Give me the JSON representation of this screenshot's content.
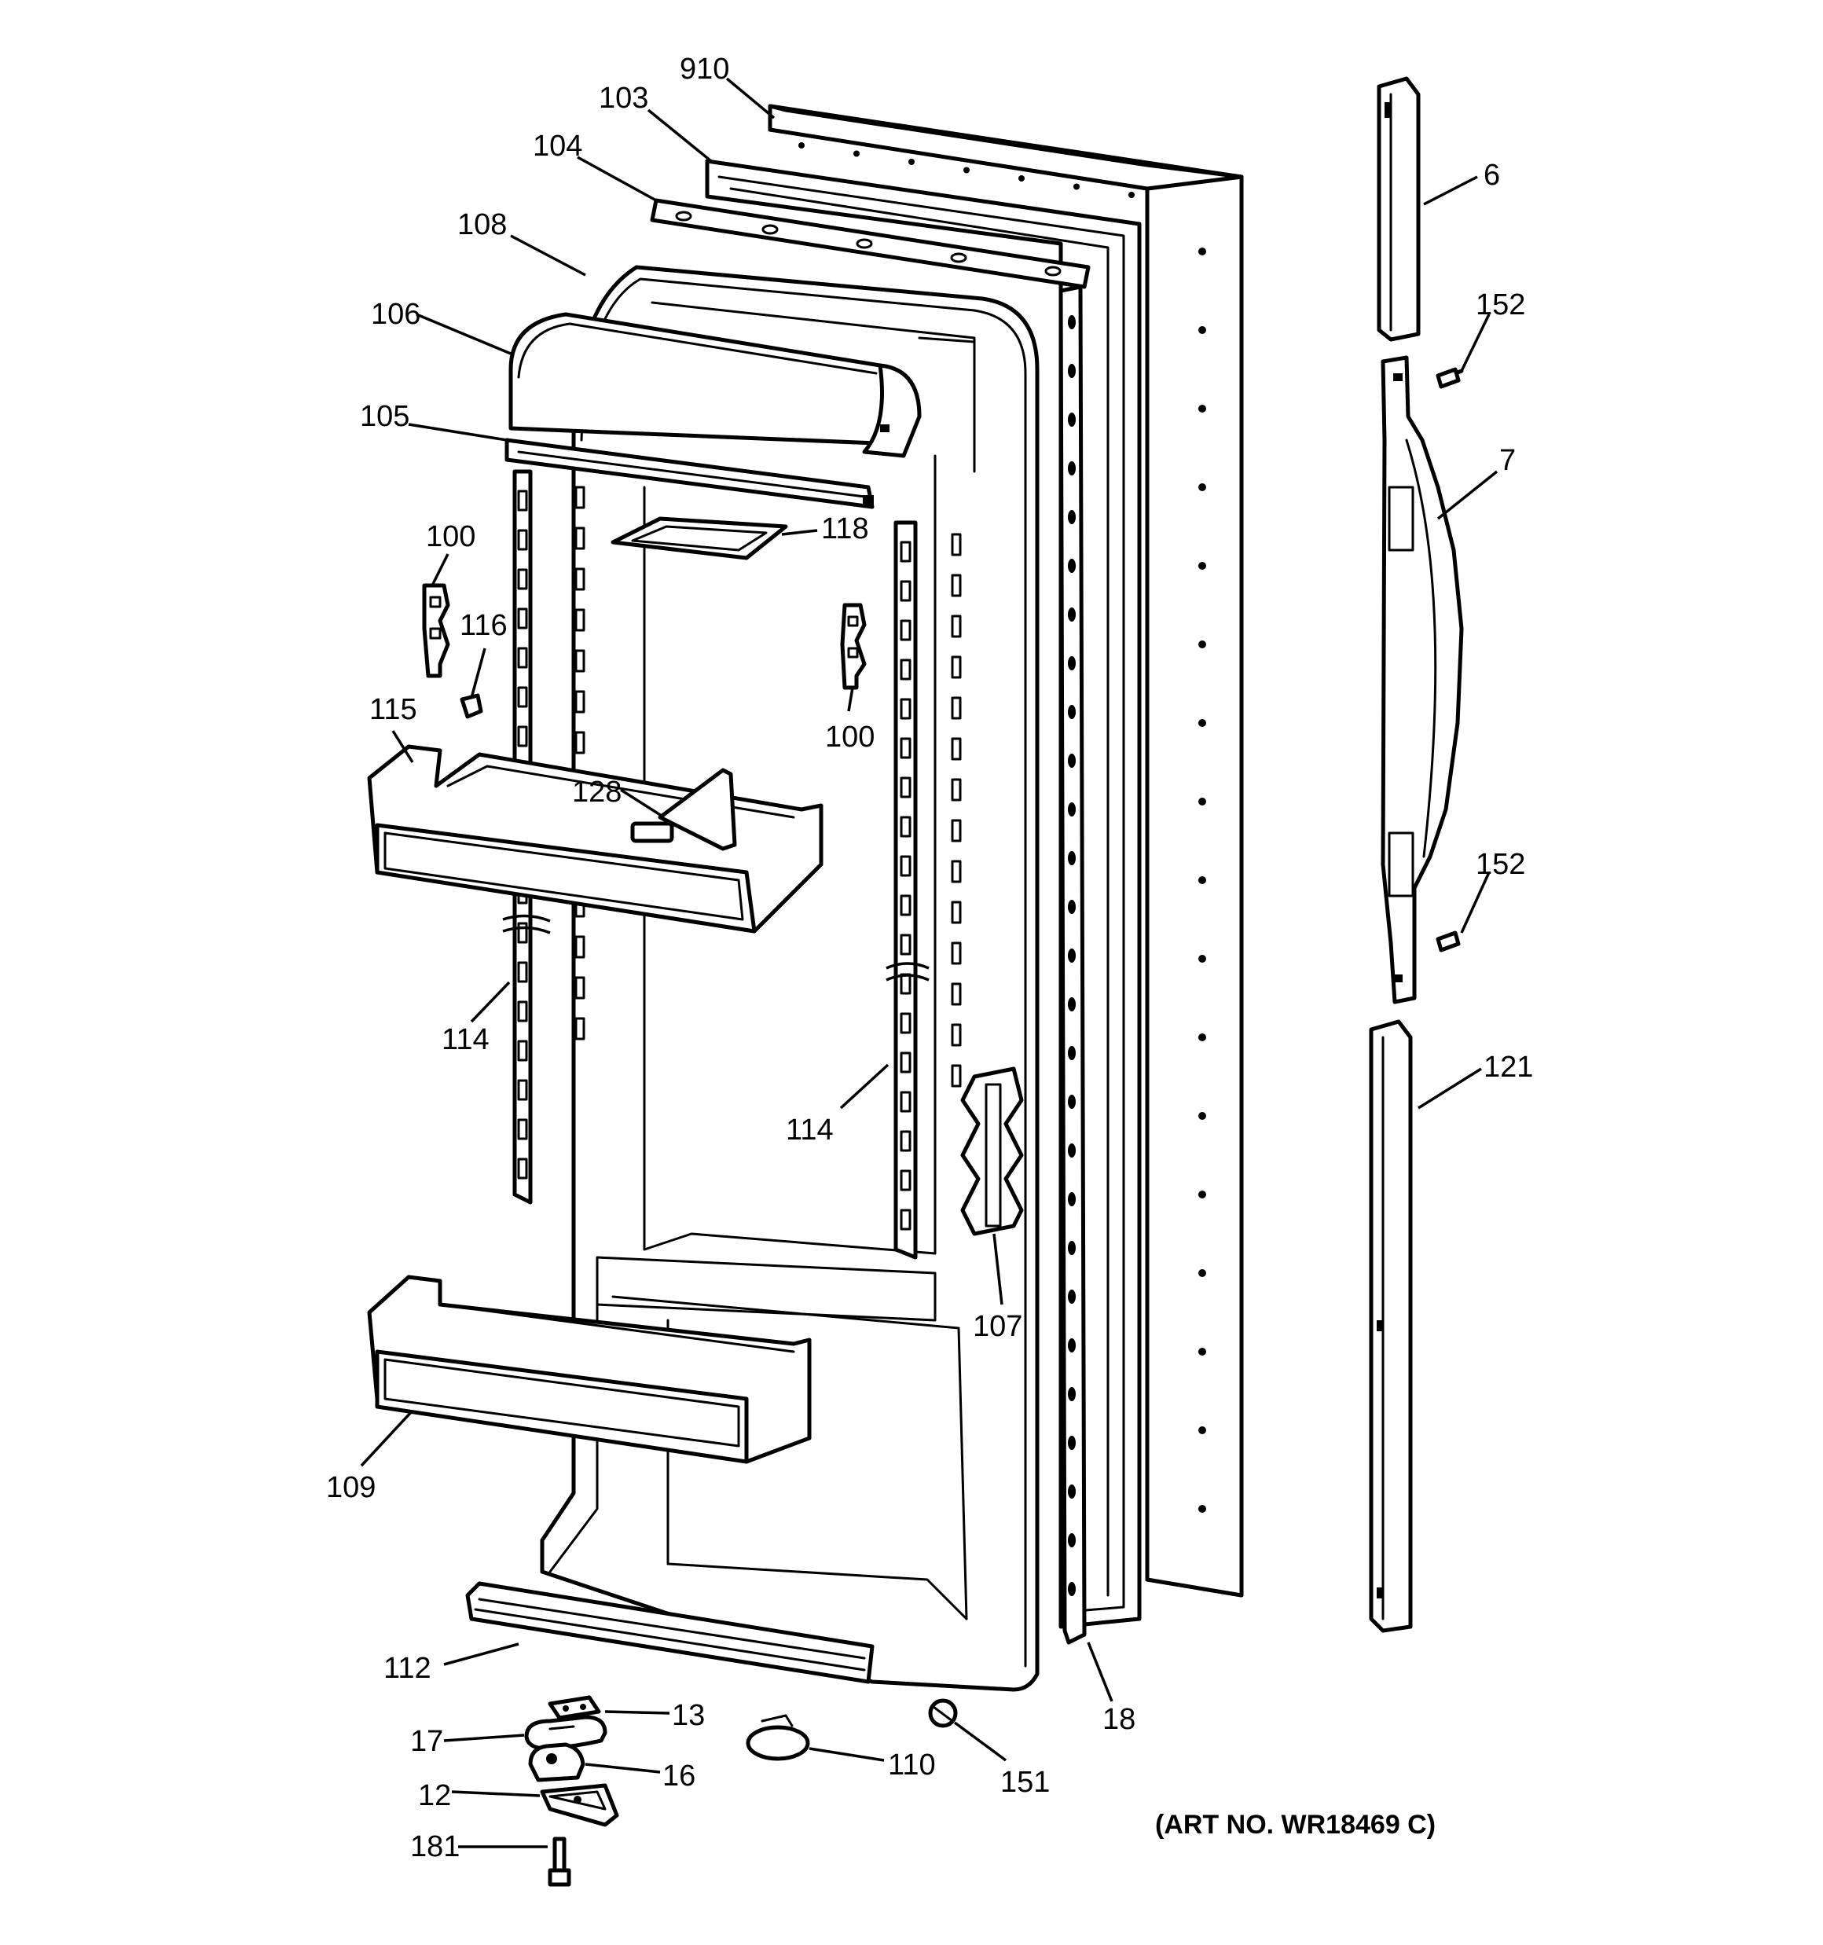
{
  "art_number": "(ART NO. WR18469 C)",
  "callouts": [
    {
      "id": "c910",
      "label": "910"
    },
    {
      "id": "c103",
      "label": "103"
    },
    {
      "id": "c104",
      "label": "104"
    },
    {
      "id": "c108",
      "label": "108"
    },
    {
      "id": "c106",
      "label": "106"
    },
    {
      "id": "c105",
      "label": "105"
    },
    {
      "id": "c118",
      "label": "118"
    },
    {
      "id": "c100a",
      "label": "100"
    },
    {
      "id": "c116",
      "label": "116"
    },
    {
      "id": "c100b",
      "label": "100"
    },
    {
      "id": "c115",
      "label": "115"
    },
    {
      "id": "c128",
      "label": "128"
    },
    {
      "id": "c114a",
      "label": "114"
    },
    {
      "id": "c114b",
      "label": "114"
    },
    {
      "id": "c107",
      "label": "107"
    },
    {
      "id": "c109",
      "label": "109"
    },
    {
      "id": "c112",
      "label": "112"
    },
    {
      "id": "c13",
      "label": "13"
    },
    {
      "id": "c17",
      "label": "17"
    },
    {
      "id": "c16",
      "label": "16"
    },
    {
      "id": "c12",
      "label": "12"
    },
    {
      "id": "c181",
      "label": "181"
    },
    {
      "id": "c110",
      "label": "110"
    },
    {
      "id": "c151",
      "label": "151"
    },
    {
      "id": "c18",
      "label": "18"
    },
    {
      "id": "c6",
      "label": "6"
    },
    {
      "id": "c152a",
      "label": "152"
    },
    {
      "id": "c7",
      "label": "7"
    },
    {
      "id": "c152b",
      "label": "152"
    },
    {
      "id": "c121",
      "label": "121"
    }
  ]
}
